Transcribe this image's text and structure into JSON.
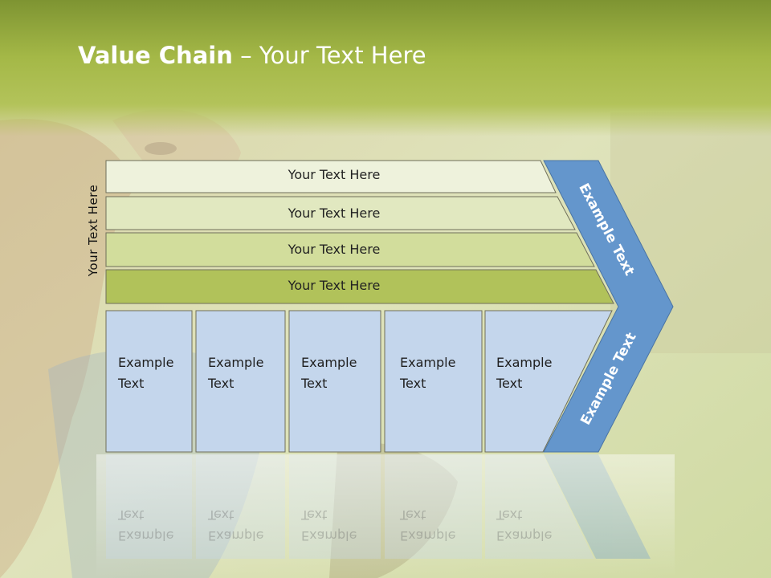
{
  "slide": {
    "title_bold": "Value Chain",
    "title_rest": " – Your Text Here",
    "side_label": "Your Text Here"
  },
  "bars": [
    {
      "label": "Your Text Here",
      "color": "#eef2dc"
    },
    {
      "label": "Your Text Here",
      "color": "#e1e8c0"
    },
    {
      "label": "Your Text Here",
      "color": "#d2dd9c"
    },
    {
      "label": "Your Text Here",
      "color": "#b1c25a"
    }
  ],
  "cells": [
    {
      "label": "Example\nText"
    },
    {
      "label": "Example\nText"
    },
    {
      "label": "Example\nText"
    },
    {
      "label": "Example\nText"
    },
    {
      "label": "Example\nText"
    }
  ],
  "chevron": {
    "upper_label": "Example Text",
    "lower_label": "Example Text",
    "color": "#6496cc"
  },
  "colors": {
    "header_green": "#a6b845",
    "cell_blue": "#c4d6ec",
    "border": "#6f6f5a"
  }
}
